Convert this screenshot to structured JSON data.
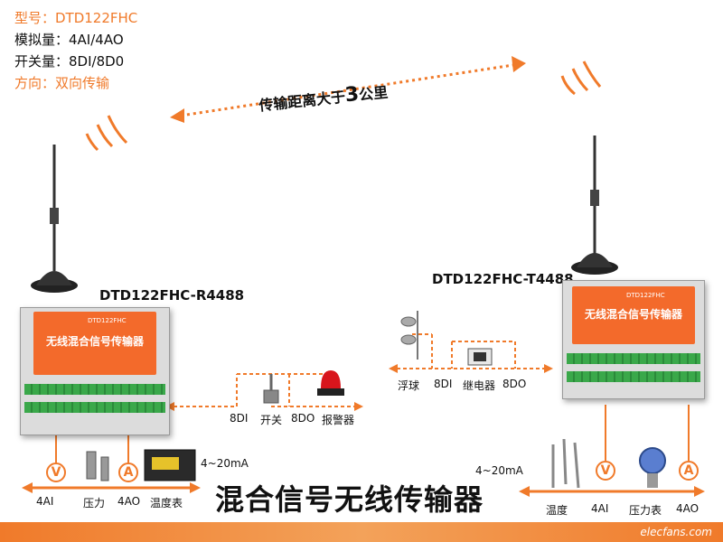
{
  "spec": {
    "model": "型号：DTD122FHC",
    "analog": "模拟量：4AI/4AO",
    "switching": "开关量：8DI/8D0",
    "direction": "方向：双向传输"
  },
  "distance": {
    "prefix": "传输距离大于",
    "number": "3",
    "suffix": "公里"
  },
  "left_device": {
    "model": "DTD122FHC-R4488",
    "plate_title": "无线混合信号传输器",
    "plate_tag": "DTD122FHC"
  },
  "right_device": {
    "model": "DTD122FHC-T4488",
    "plate_title": "无线混合信号传输器",
    "plate_tag": "DTD122FHC"
  },
  "left_outputs": {
    "di": "8DI",
    "switch": "开关",
    "do": "8DO",
    "alarm": "报警器"
  },
  "right_inputs": {
    "float": "浮球",
    "di": "8DI",
    "relay": "继电器",
    "do": "8DO"
  },
  "left_bottom": {
    "ai": "4AI",
    "pressure": "压力",
    "ao": "4AO",
    "temp_meter": "温度表",
    "current": "4~20mA",
    "meter_a": "A",
    "meter_v": "V"
  },
  "right_bottom": {
    "temp": "温度",
    "ai": "4AI",
    "pressure_meter": "压力表",
    "ao": "4AO",
    "current": "4~20mA",
    "meter_a": "A",
    "meter_v": "V"
  },
  "main_title": "混合信号无线传输器",
  "footer": "elecfans.com",
  "colors": {
    "accent": "#f07a2a",
    "spec_orange": "#f07a2a",
    "terminal_green": "#3aa84a"
  }
}
